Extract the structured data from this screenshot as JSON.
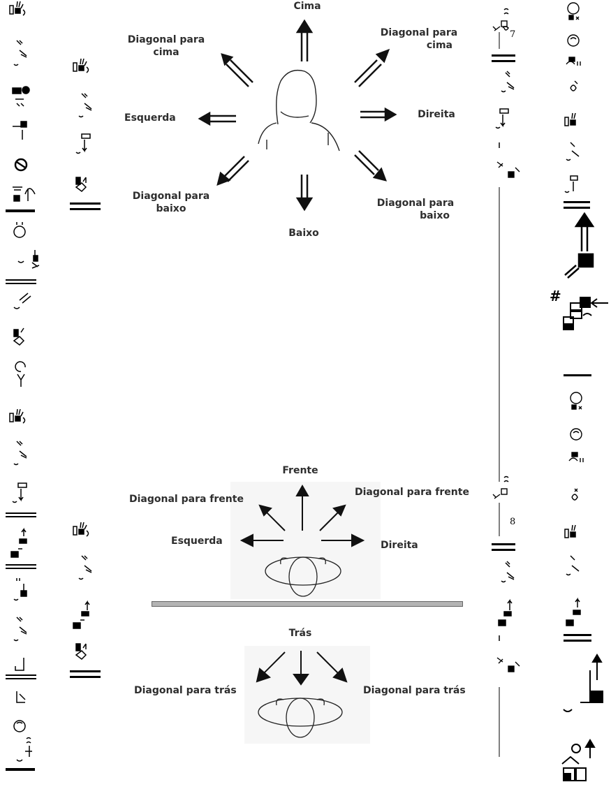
{
  "diagram_top": {
    "up": "Cima",
    "diag_up_left": [
      "Diagonal para",
      "cima"
    ],
    "diag_up_right": [
      "Diagonal para",
      "cima"
    ],
    "left": "Esquerda",
    "right": "Direita",
    "diag_down_left": [
      "Diagonal para",
      "baixo"
    ],
    "diag_down_right": [
      "Diagonal para",
      "baixo"
    ],
    "down": "Baixo"
  },
  "diagram_front": {
    "front": "Frente",
    "diag_front_left": "Diagonal para frente",
    "diag_front_right": "Diagonal para frente",
    "left": "Esquerda",
    "right": "Direita"
  },
  "diagram_back": {
    "back": "Trás",
    "diag_back_left": "Diagonal para trás",
    "diag_back_right": "Diagonal para trás"
  },
  "signwriting": {
    "number_7": "7",
    "number_8": "8",
    "hash": "#"
  }
}
